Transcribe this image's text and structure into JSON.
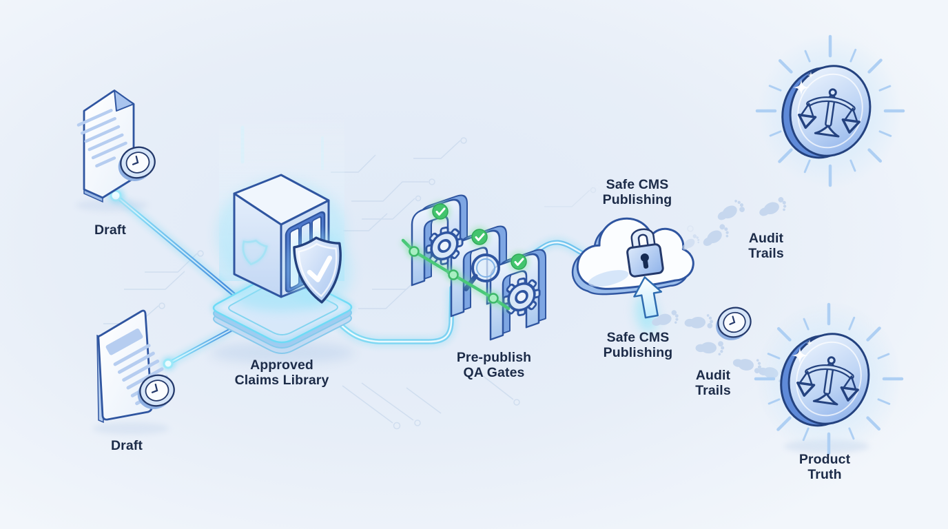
{
  "labels": {
    "draft_top": "Draft",
    "draft_bottom": "Draft",
    "claims_library": {
      "line1": "Approved",
      "line2": "Claims Library"
    },
    "qa_gates": {
      "line1": "Pre-publish",
      "line2": "QA Gates"
    },
    "cms_publishing_top": {
      "line1": "Safe CMS",
      "line2": "Publishing"
    },
    "cms_publishing_bottom": {
      "line1": "Safe CMS",
      "line2": "Publishing"
    },
    "audit_trails_top": {
      "line1": "Audit",
      "line2": "Trails"
    },
    "audit_trails_bottom": {
      "line1": "Audit",
      "line2": "Trails"
    },
    "product_truth": {
      "line1": "Product",
      "line2": "Truth"
    }
  },
  "icons": [
    "document-icon",
    "clock-icon",
    "vault-icon",
    "shield-outline-icon",
    "shield-check-icon",
    "qa-gate-icon",
    "gear-icon",
    "magnifier-icon",
    "check-circle-icon",
    "cloud-icon",
    "padlock-icon",
    "upload-arrow-icon",
    "footprints-icon",
    "scales-coin-icon",
    "sunburst-icon"
  ],
  "colors": {
    "background": "#e7eef8",
    "text": "#1c2b48",
    "outline_navy": "#2f55a0",
    "flow_cyan": "#7fdcf7",
    "flow_blue": "#4a8fe0",
    "success_green": "#43c46d",
    "coin_blue": "#7ba3e6",
    "footprint_blue": "#c6d7ee"
  }
}
